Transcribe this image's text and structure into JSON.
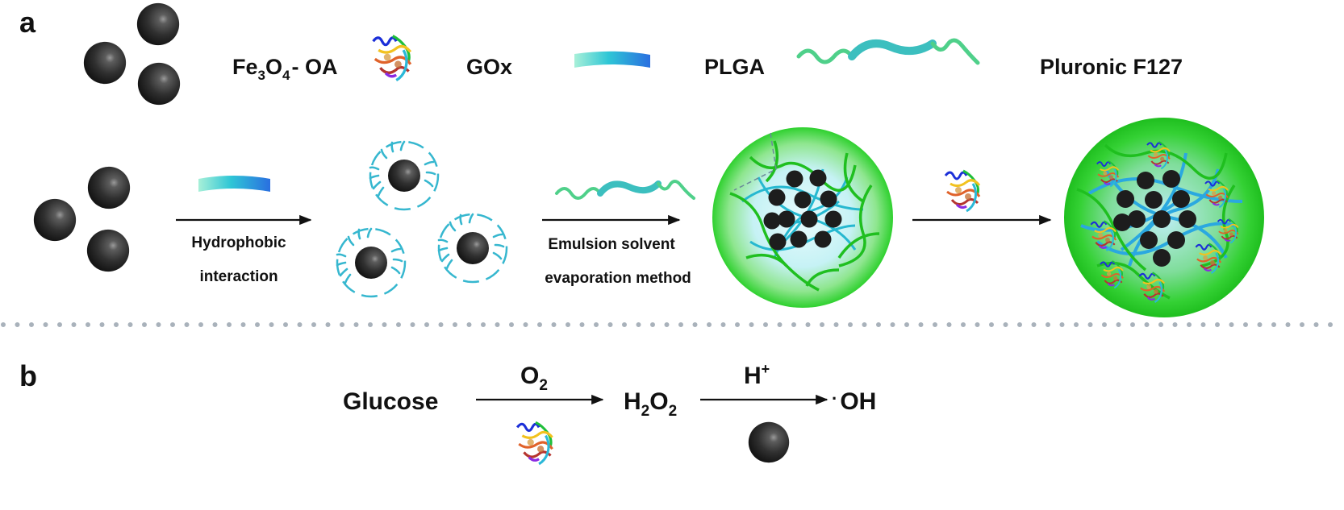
{
  "panels": {
    "a": "a",
    "b": "b"
  },
  "legend": {
    "fe3o4": {
      "base": "Fe",
      "sub1": "3",
      "mid": "O",
      "sub2": "4",
      "tail": "- OA"
    },
    "gox": "GOx",
    "plga": "PLGA",
    "pluronic": "Pluronic F127"
  },
  "steps": {
    "step1": {
      "line1": "Hydrophobic",
      "line2": "interaction"
    },
    "step2": {
      "line1": "Emulsion solvent",
      "line2": "evaporation method"
    }
  },
  "reaction": {
    "glucose": "Glucose",
    "o2": {
      "base": "O",
      "sub": "2"
    },
    "h2o2": {
      "h": "H",
      "sub1": "2",
      "o": "O",
      "sub2": "2"
    },
    "hplus": {
      "base": "H",
      "sup": "+"
    },
    "oh": {
      "dot": "·",
      "text": "OH"
    }
  },
  "colors": {
    "nanoparticle": "#2b2b2b",
    "pluronic": "#2fd12f",
    "plga": "#29b6c9",
    "oa_chain": "#2a9fd8",
    "separator": "#a9b2bb"
  },
  "icons": {
    "nanoparticle": "black-sphere-icon",
    "enzyme": "protein-ribbon-icon",
    "oa": "oleic-acid-bar-icon",
    "plga": "polymer-chain-icon"
  }
}
